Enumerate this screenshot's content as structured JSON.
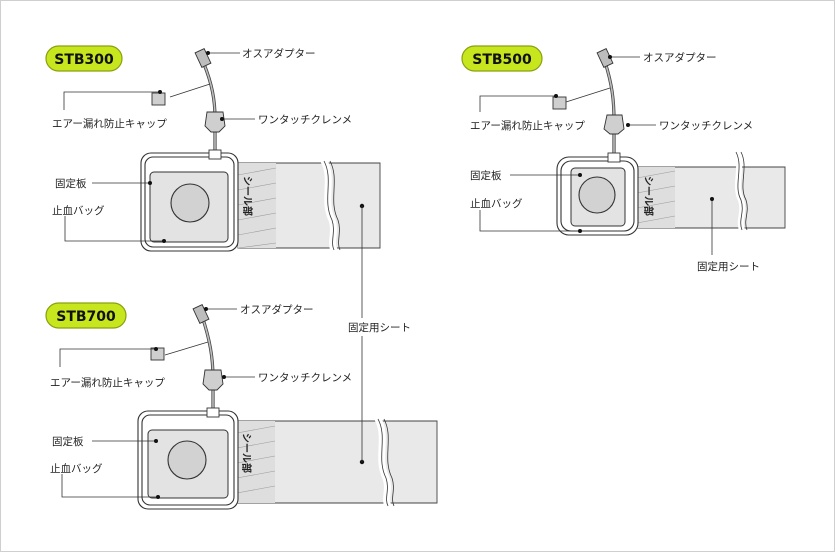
{
  "models": [
    {
      "name": "STB300",
      "male_adapter": "オスアダプター",
      "leak_cap": "エアー漏れ防止キャップ",
      "clamp": "ワンタッチクレンメ",
      "plate": "固定板",
      "bag": "止血バッグ",
      "seal": "シール部"
    },
    {
      "name": "STB500",
      "male_adapter": "オスアダプター",
      "leak_cap": "エアー漏れ防止キャップ",
      "clamp": "ワンタッチクレンメ",
      "plate": "固定板",
      "bag": "止血バッグ",
      "sheet": "固定用シート"
    },
    {
      "name": "STB700",
      "male_adapter": "オスアダプター",
      "leak_cap": "エアー漏れ防止キャップ",
      "clamp": "ワンタッチクレンメ",
      "plate": "固定板",
      "bag": "止血バッグ",
      "seal": "シール部"
    }
  ],
  "shared_sheet_label": "固定用シート",
  "colors": {
    "badge_fill": "#c8e61e",
    "badge_border": "#8aa010",
    "sheet": "#e9e9e9",
    "bag": "#e3e3e3",
    "disc": "#d2d2d2"
  }
}
